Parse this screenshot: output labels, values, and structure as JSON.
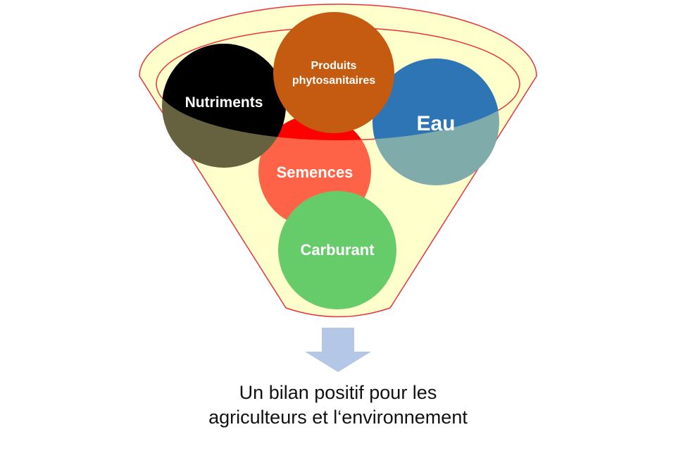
{
  "diagram": {
    "nodes": [
      {
        "id": "nutriments",
        "lines": [
          "Nutriments"
        ],
        "color": "#000000"
      },
      {
        "id": "produits",
        "lines": [
          "Produits",
          "phytosanitaires"
        ],
        "color": "#c55a11"
      },
      {
        "id": "eau",
        "lines": [
          "Eau"
        ],
        "color": "#2e75b6"
      },
      {
        "id": "semences",
        "lines": [
          "Semences"
        ],
        "color": "#ff6347"
      },
      {
        "id": "carburant",
        "lines": [
          "Carburant"
        ],
        "color": "#66cc6a"
      }
    ],
    "funnel": {
      "fill": "#ffffcc",
      "stroke": "#e8333f"
    },
    "arrow": {
      "color": "#b4c7e7"
    },
    "caption": {
      "line1": "Un bilan positif pour les",
      "line2": "agriculteurs et l‘environnement"
    }
  }
}
